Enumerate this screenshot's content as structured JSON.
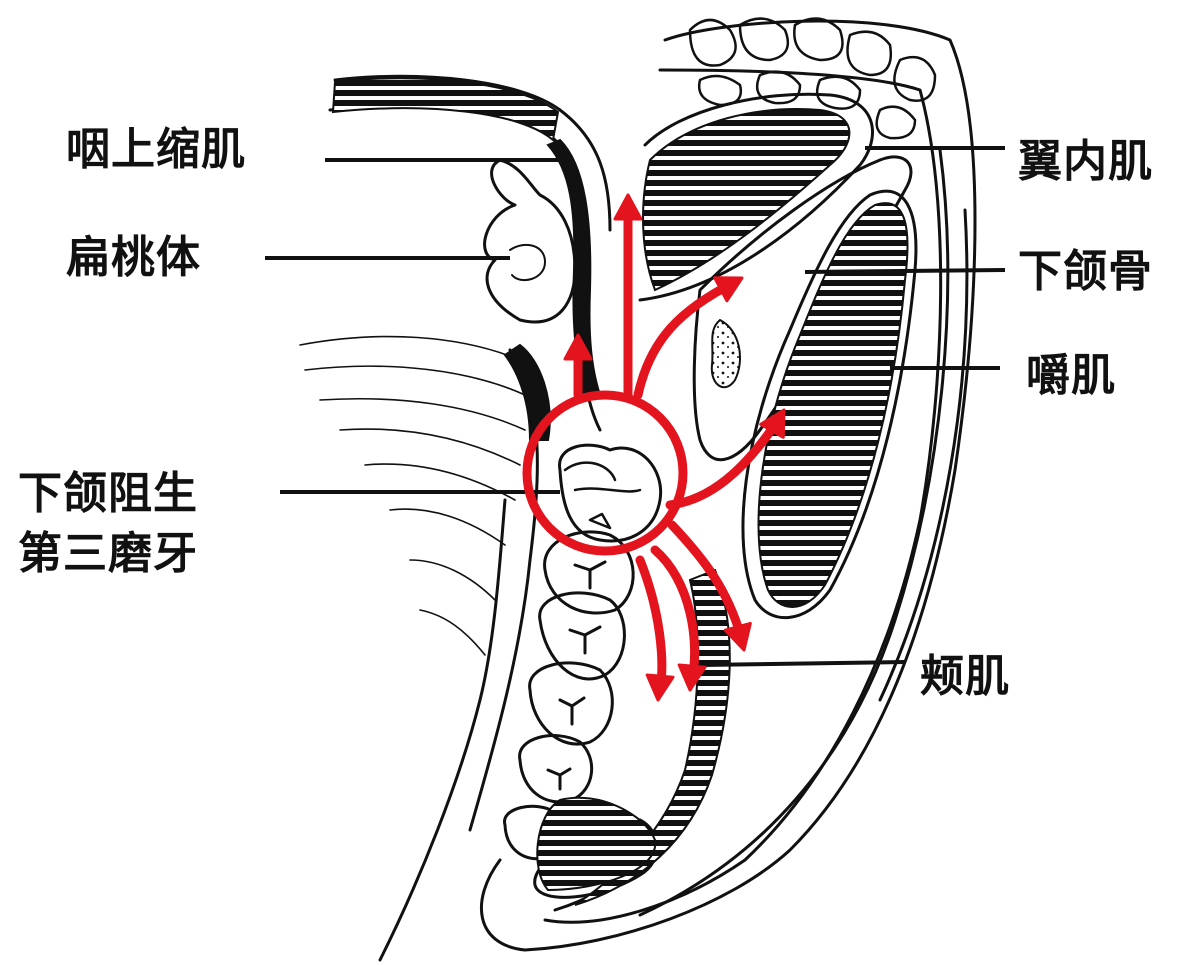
{
  "labels": {
    "constrictor": "咽上缩肌",
    "tonsil": "扁桃体",
    "tooth_line1": "下颌阻生",
    "tooth_line2": "第三磨牙",
    "pterygoid": "翼内肌",
    "mandible": "下颌骨",
    "masseter": "嚼肌",
    "buccinator": "颊肌"
  },
  "colors": {
    "ink": "#111111",
    "infection": "#e3141e",
    "background": "#ffffff"
  }
}
